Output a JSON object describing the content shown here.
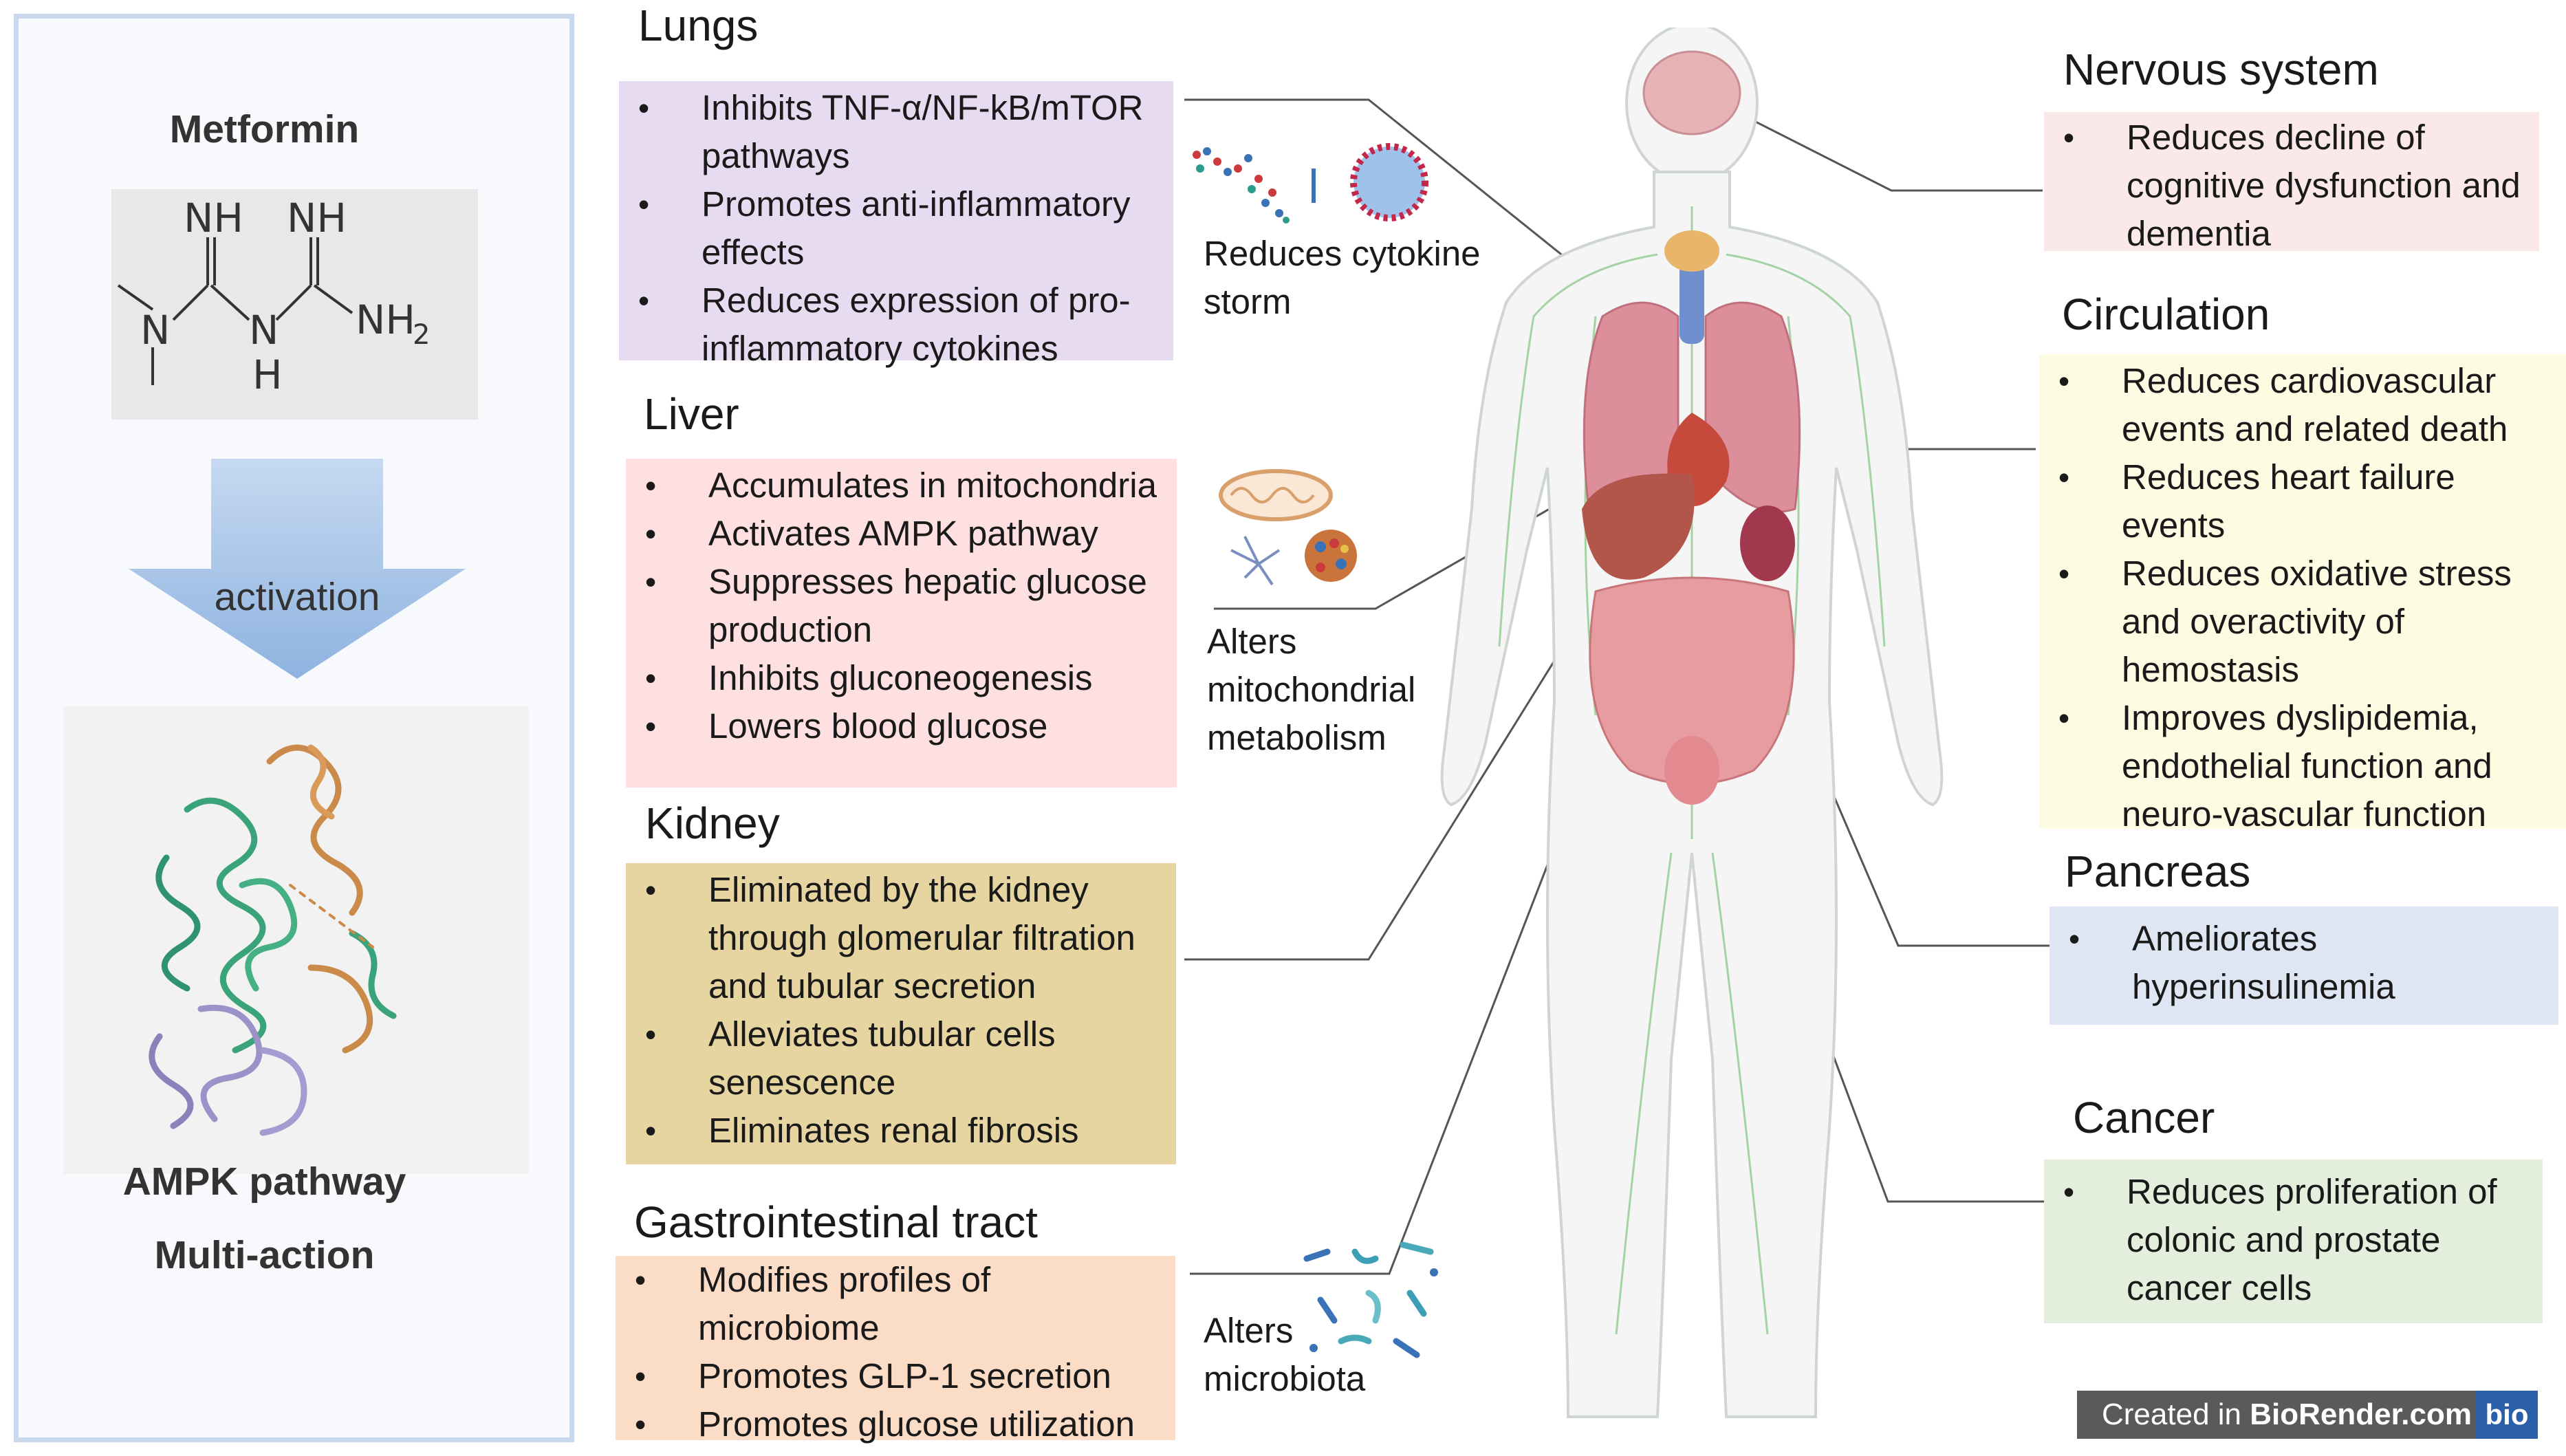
{
  "left": {
    "drug_name": "Metformin",
    "atoms": {
      "nh_left": "NH",
      "nh_right": "NH",
      "n_left": "N",
      "n_mid": "N",
      "h": "H",
      "nh2": "NH",
      "sub2": "2"
    },
    "arrow_label": "activation",
    "pathway_label": "AMPK pathway",
    "action_label": "Multi-action"
  },
  "lungs": {
    "title": "Lungs",
    "items": [
      "Inhibits TNF-α/NF-kB/mTOR pathways",
      "Promotes anti-inflammatory effects",
      "Reduces expression of pro-inflammatory cytokines"
    ],
    "note": "Reduces cytokine storm",
    "color": "#e6dbf0"
  },
  "liver": {
    "title": "Liver",
    "items": [
      "Accumulates in mitochondria",
      "Activates AMPK pathway",
      "Suppresses hepatic glucose production",
      "Inhibits gluconeogenesis",
      "Lowers blood glucose"
    ],
    "note": "Alters mitochondrial metabolism",
    "color": "#fde0df"
  },
  "kidney": {
    "title": "Kidney",
    "items": [
      "Eliminated by the kidney through glomerular filtration and  tubular secretion",
      "Alleviates tubular cells senescence",
      "Eliminates renal fibrosis"
    ],
    "color": "#e6d5a0"
  },
  "gi": {
    "title": "Gastrointestinal tract",
    "items": [
      "Modifies profiles of microbiome",
      "Promotes GLP-1 secretion",
      "Promotes glucose utilization"
    ],
    "note": "Alters microbiota",
    "color": "#fbdcc6"
  },
  "nervous": {
    "title": "Nervous system",
    "items": [
      "Reduces decline of cognitive dysfunction and dementia"
    ],
    "color": "#fbe9ea"
  },
  "circulation": {
    "title": "Circulation",
    "items": [
      "Reduces cardiovascular events and related death",
      "Reduces heart failure events",
      "Reduces oxidative stress and overactivity of hemostasis",
      "Improves dyslipidemia, endothelial function and neuro-vascular function"
    ],
    "color": "#fdfbe1"
  },
  "pancreas": {
    "title": "Pancreas",
    "items": [
      "Ameliorates hyperinsulinemia"
    ],
    "color": "#dfe6f3"
  },
  "cancer": {
    "title": "Cancer",
    "items": [
      "Reduces proliferation of colonic and prostate cancer cells"
    ],
    "color": "#e3efdc"
  },
  "credit": {
    "prefix": "Created in ",
    "brand": "BioRender.com",
    "logo": "bio"
  }
}
